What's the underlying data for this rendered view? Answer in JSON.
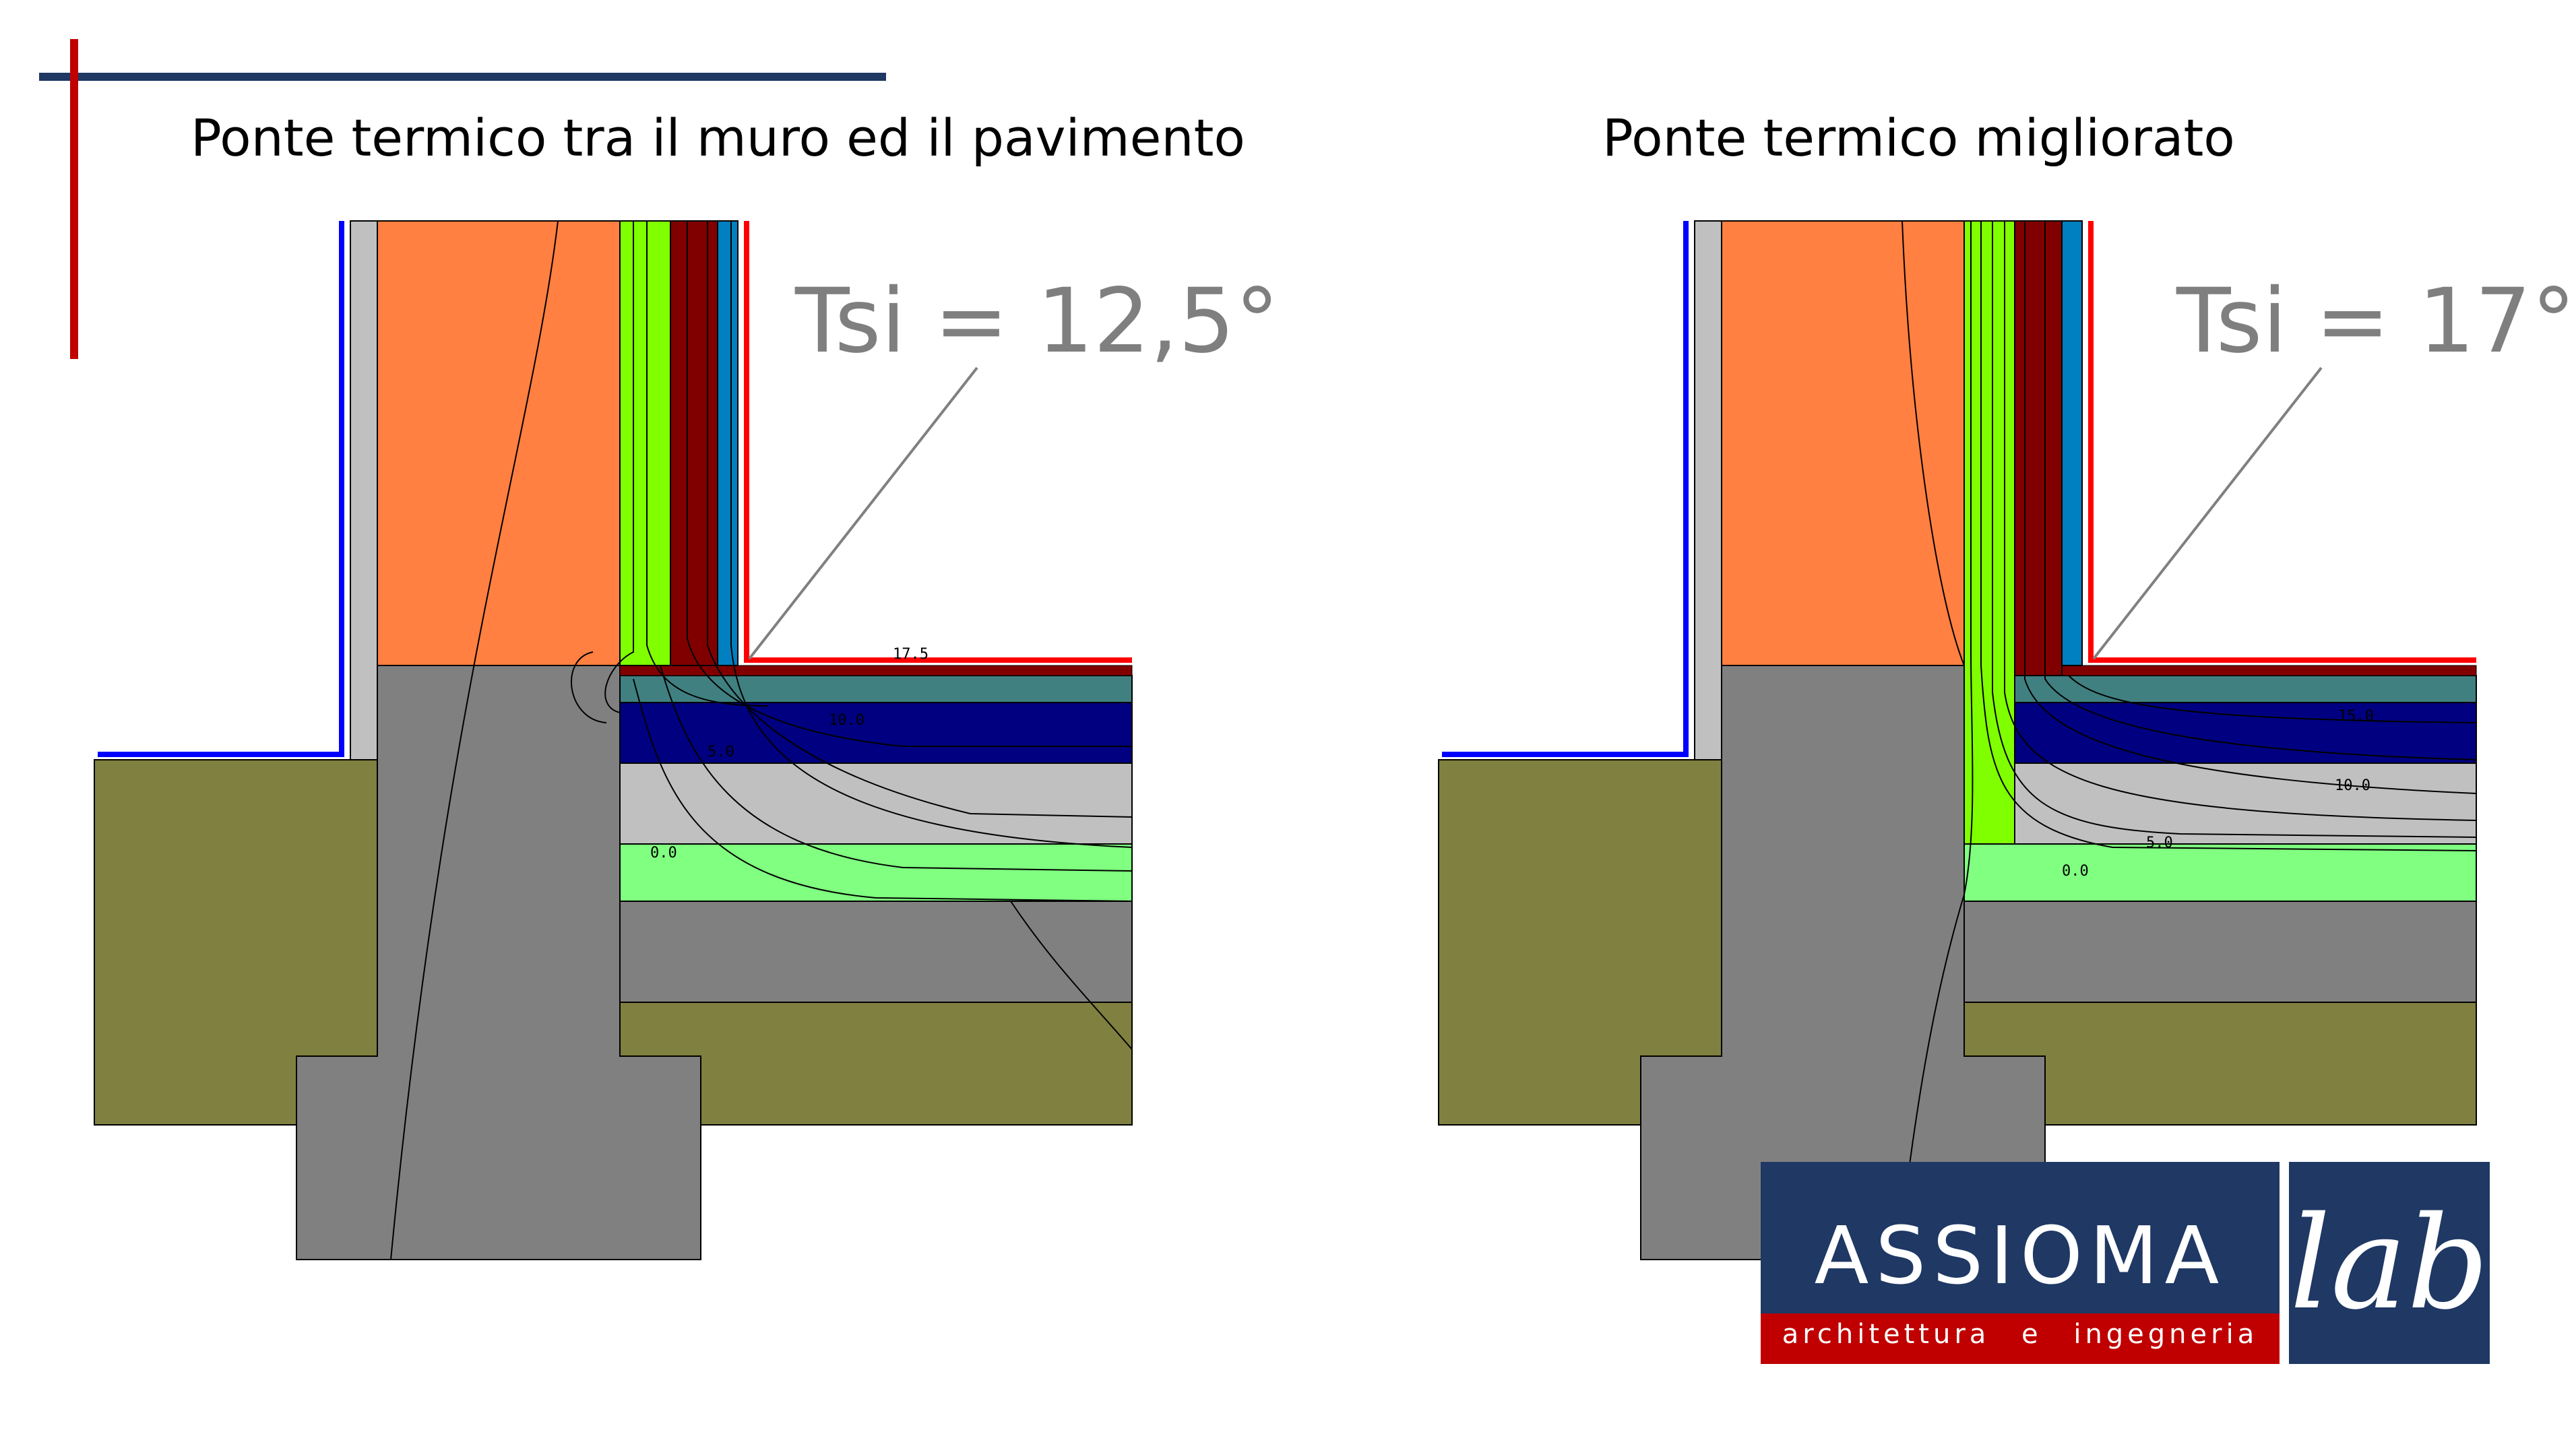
{
  "slide": {
    "left_title": "Ponte termico tra il muro ed il pavimento",
    "right_title": "Ponte termico migliorato"
  },
  "left_diagram": {
    "tsi_label": "Tsi = 12,5°",
    "isotherm_labels": [
      "17.5",
      "10.0",
      "5.0",
      "0.0"
    ]
  },
  "right_diagram": {
    "tsi_label": "Tsi = 17°",
    "isotherm_labels": [
      "15.0",
      "10.0",
      "5.0",
      "0.0"
    ]
  },
  "colors": {
    "soil": "#808040",
    "concrete": "#808080",
    "masonry": "#ff8040",
    "insulation_green": "#80ff00",
    "dark_red": "#800000",
    "blue_layer": "#0080c0",
    "navy_layer": "#000080",
    "teal_layer": "#408080",
    "light_gray": "#c0c0c0",
    "light_green": "#80ff80",
    "brand_navy": "#1f3864",
    "brand_red": "#c00000"
  },
  "logo": {
    "name": "ASSIOMA",
    "tagline": "architettura e ingegneria",
    "lab": "lab"
  }
}
